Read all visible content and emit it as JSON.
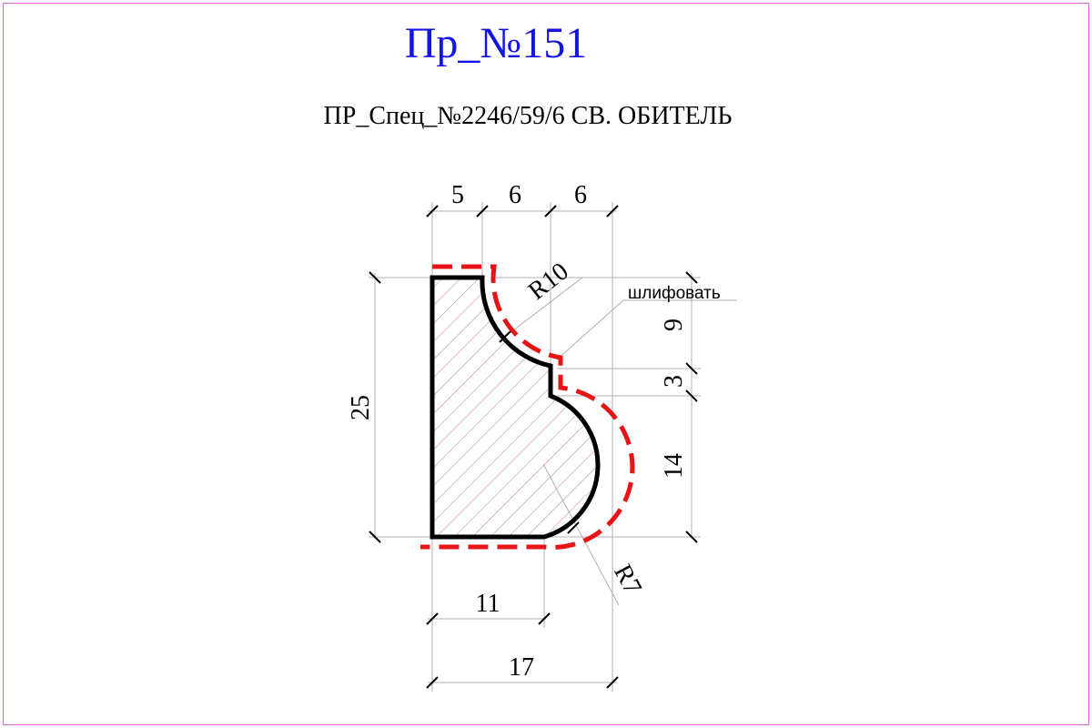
{
  "title": "Пр_№151",
  "subtitle": "ПР_Спец_№2246/59/6 СВ. ОБИТЕЛЬ",
  "dimensions": {
    "top_1": "5",
    "top_2": "6",
    "top_3": "6",
    "height_total": "25",
    "right_1": "9",
    "right_2": "3",
    "right_3": "14",
    "bottom_1": "11",
    "bottom_2": "17",
    "radius_1": "R10",
    "radius_2": "R7"
  },
  "note": "шлифовать",
  "colors": {
    "title": "#1414e6",
    "frame": "#e060e0",
    "contour": "#000000",
    "dashed_outline": "#e61414",
    "hatch": "#c08080",
    "dimension_lines": "#b0b0b0"
  }
}
